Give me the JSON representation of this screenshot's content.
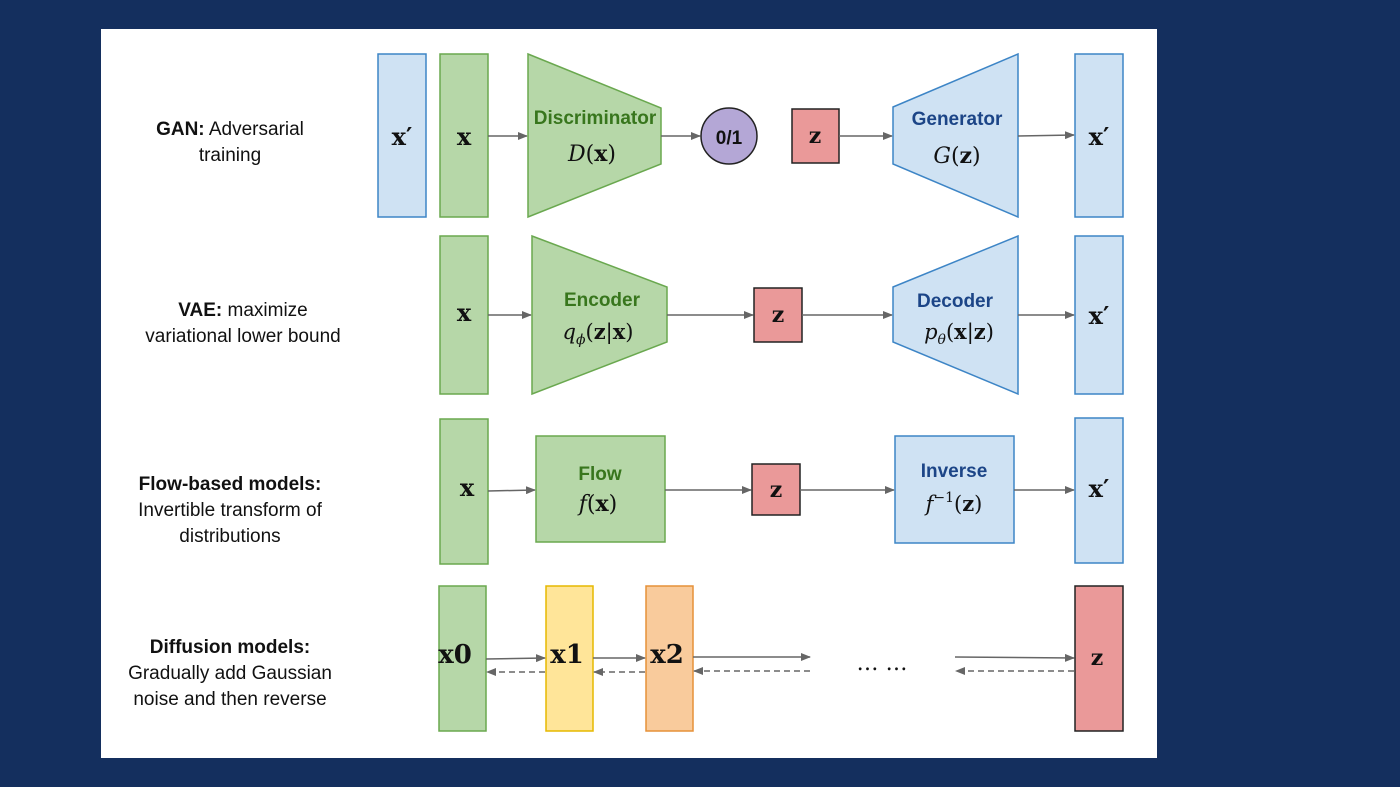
{
  "colors": {
    "background": "#142f5e",
    "panel": "#ffffff",
    "green_fill": "#b6d7a8",
    "green_stroke": "#6aa84f",
    "blue_fill": "#cfe2f3",
    "blue_stroke": "#3d85c6",
    "red_fill": "#ea9999",
    "red_stroke": "#222222",
    "yellow_fill": "#ffe599",
    "yellow_stroke": "#e6b800",
    "orange_fill": "#f9cb9c",
    "orange_stroke": "#e69138",
    "purple_fill": "#b4a7d6",
    "green_text": "#38761d",
    "blue_text": "#1c4587"
  },
  "rows": {
    "gan": {
      "title_bold": "GAN:",
      "title_rest": " Adversarial",
      "title_line2": "training",
      "x_prime_in": "x′",
      "x": "x",
      "discriminator_label": "Discriminator",
      "discriminator_math": "D(x)",
      "output": "0/1",
      "z": "z",
      "generator_label": "Generator",
      "generator_math": "G(z)",
      "x_prime_out": "x′"
    },
    "vae": {
      "title_bold": "VAE:",
      "title_rest": " maximize",
      "title_line2": "variational lower bound",
      "x": "x",
      "encoder_label": "Encoder",
      "encoder_math": "qϕ(z|x)",
      "z": "z",
      "decoder_label": "Decoder",
      "decoder_math": "pθ(x|z)",
      "x_prime_out": "x′"
    },
    "flow": {
      "title_bold": "Flow-based models:",
      "title_line2": "Invertible transform of",
      "title_line3": "distributions",
      "x": "x",
      "flow_label": "Flow",
      "flow_math": "f(x)",
      "z": "z",
      "inverse_label": "Inverse",
      "inverse_math": "f−1(z)",
      "x_prime_out": "x′"
    },
    "diffusion": {
      "title_bold": "Diffusion models:",
      "title_line2": "Gradually add Gaussian",
      "title_line3": "noise and then reverse",
      "x0": "x0",
      "x1": "x1",
      "x2": "x2",
      "ellipsis": "… …",
      "z": "z"
    }
  }
}
